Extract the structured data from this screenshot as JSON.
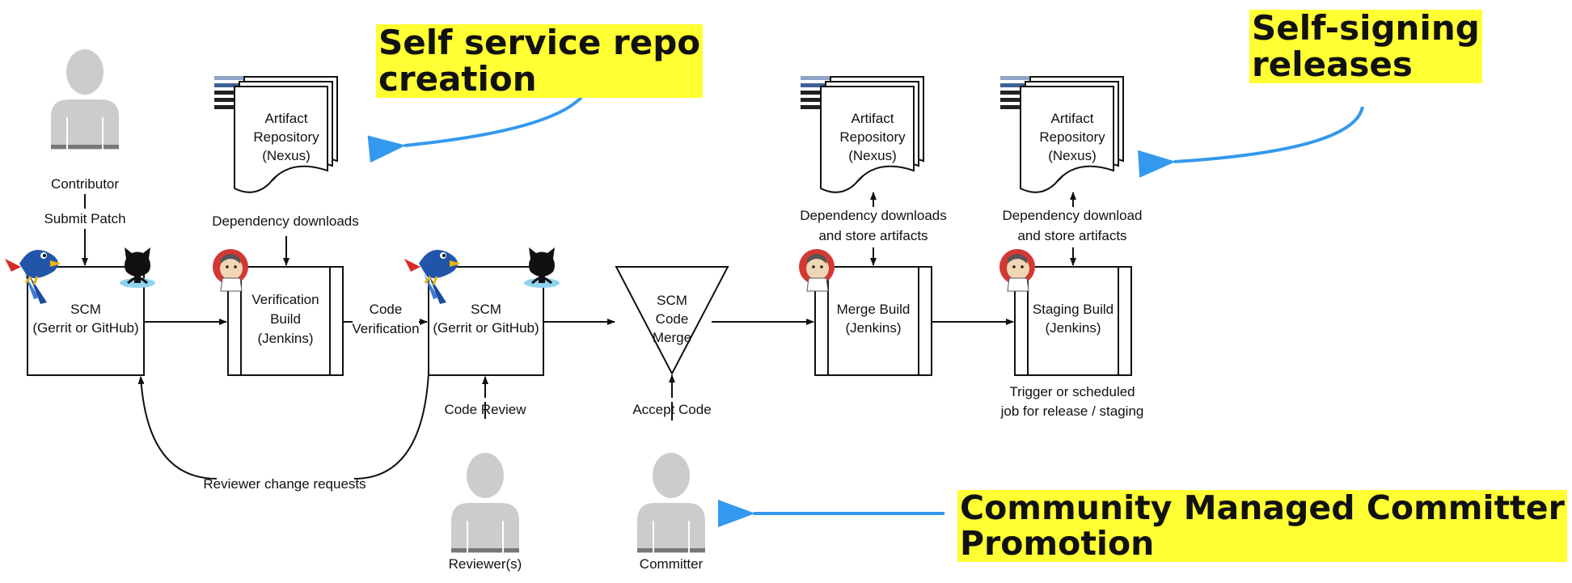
{
  "annotations": {
    "repo": [
      "Self service repo",
      "creation"
    ],
    "signing": [
      "Self-signing",
      "releases"
    ],
    "committer": [
      "Community Managed Committer",
      "Promotion"
    ]
  },
  "people": {
    "contributor": "Contributor",
    "reviewers": "Reviewer(s)",
    "committer": "Committer"
  },
  "nodes": {
    "scm1": [
      "SCM",
      "(Gerrit or GitHub)"
    ],
    "verify": [
      "Verification",
      "Build",
      "(Jenkins)"
    ],
    "scm2": [
      "SCM",
      "(Gerrit or GitHub)"
    ],
    "merge": [
      "SCM",
      "Code",
      "Merge"
    ],
    "mergebuild": [
      "Merge Build",
      "(Jenkins)"
    ],
    "staging": [
      "Staging Build",
      "(Jenkins)"
    ]
  },
  "repos": {
    "r1": [
      "Artifact",
      "Repository",
      "(Nexus)"
    ],
    "r2": [
      "Artifact",
      "Repository",
      "(Nexus)"
    ],
    "r3": [
      "Artifact",
      "Repository",
      "(Nexus)"
    ]
  },
  "edges": {
    "submit_patch": "Submit Patch",
    "dep1": "Dependency downloads",
    "code_verification": [
      "Code",
      "Verification"
    ],
    "dep2": [
      "Dependency downloads",
      "and store artifacts"
    ],
    "dep3": [
      "Dependency download",
      "and store artifacts"
    ],
    "code_review": "Code Review",
    "accept_code": "Accept Code",
    "trigger": [
      "Trigger or scheduled",
      "job for release / staging"
    ],
    "reviewer_change": "Reviewer change requests"
  },
  "colors": {
    "highlight": "#ffff33",
    "arrow_blue": "#3399ee",
    "person_gray": "#cccccc",
    "jenkins_red": "#d33833",
    "gerrit_blue": "#2255aa"
  }
}
